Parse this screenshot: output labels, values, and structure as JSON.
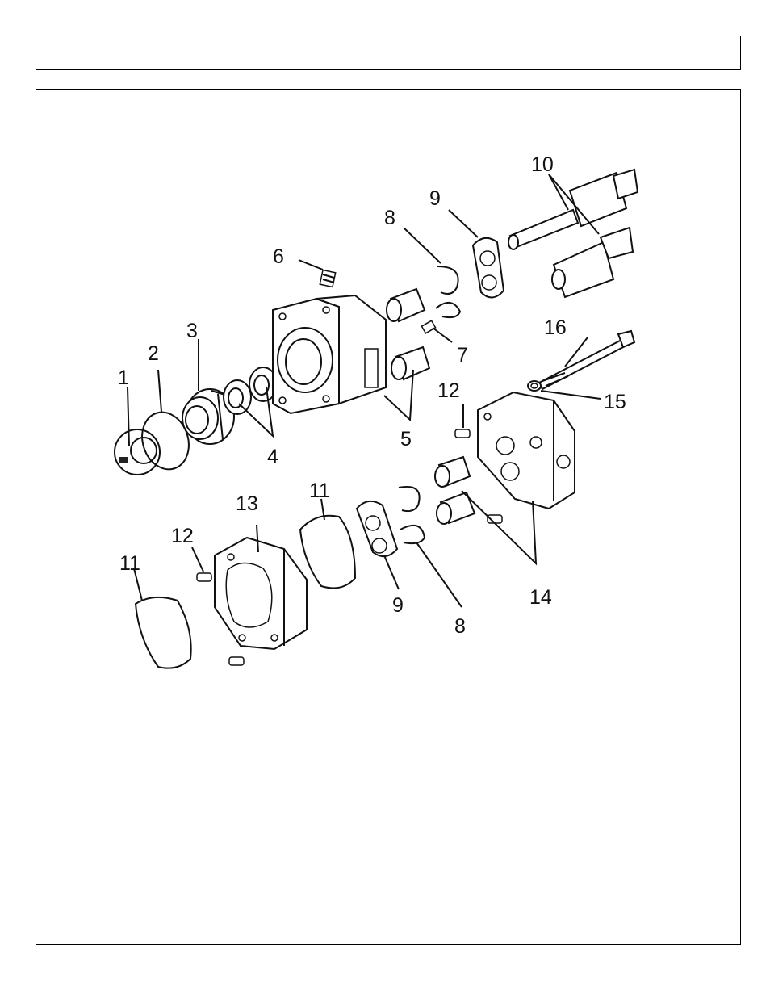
{
  "header": {
    "title": ""
  },
  "diagram": {
    "callouts": {
      "c1": "1",
      "c2": "2",
      "c3": "3",
      "c4": "4",
      "c5": "5",
      "c6": "6",
      "c7": "7",
      "c8a": "8",
      "c8b": "8",
      "c9a": "9",
      "c9b": "9",
      "c10": "10",
      "c11a": "11",
      "c11b": "11",
      "c12a": "12",
      "c12b": "12",
      "c13": "13",
      "c14": "14",
      "c15": "15",
      "c16": "16"
    }
  }
}
